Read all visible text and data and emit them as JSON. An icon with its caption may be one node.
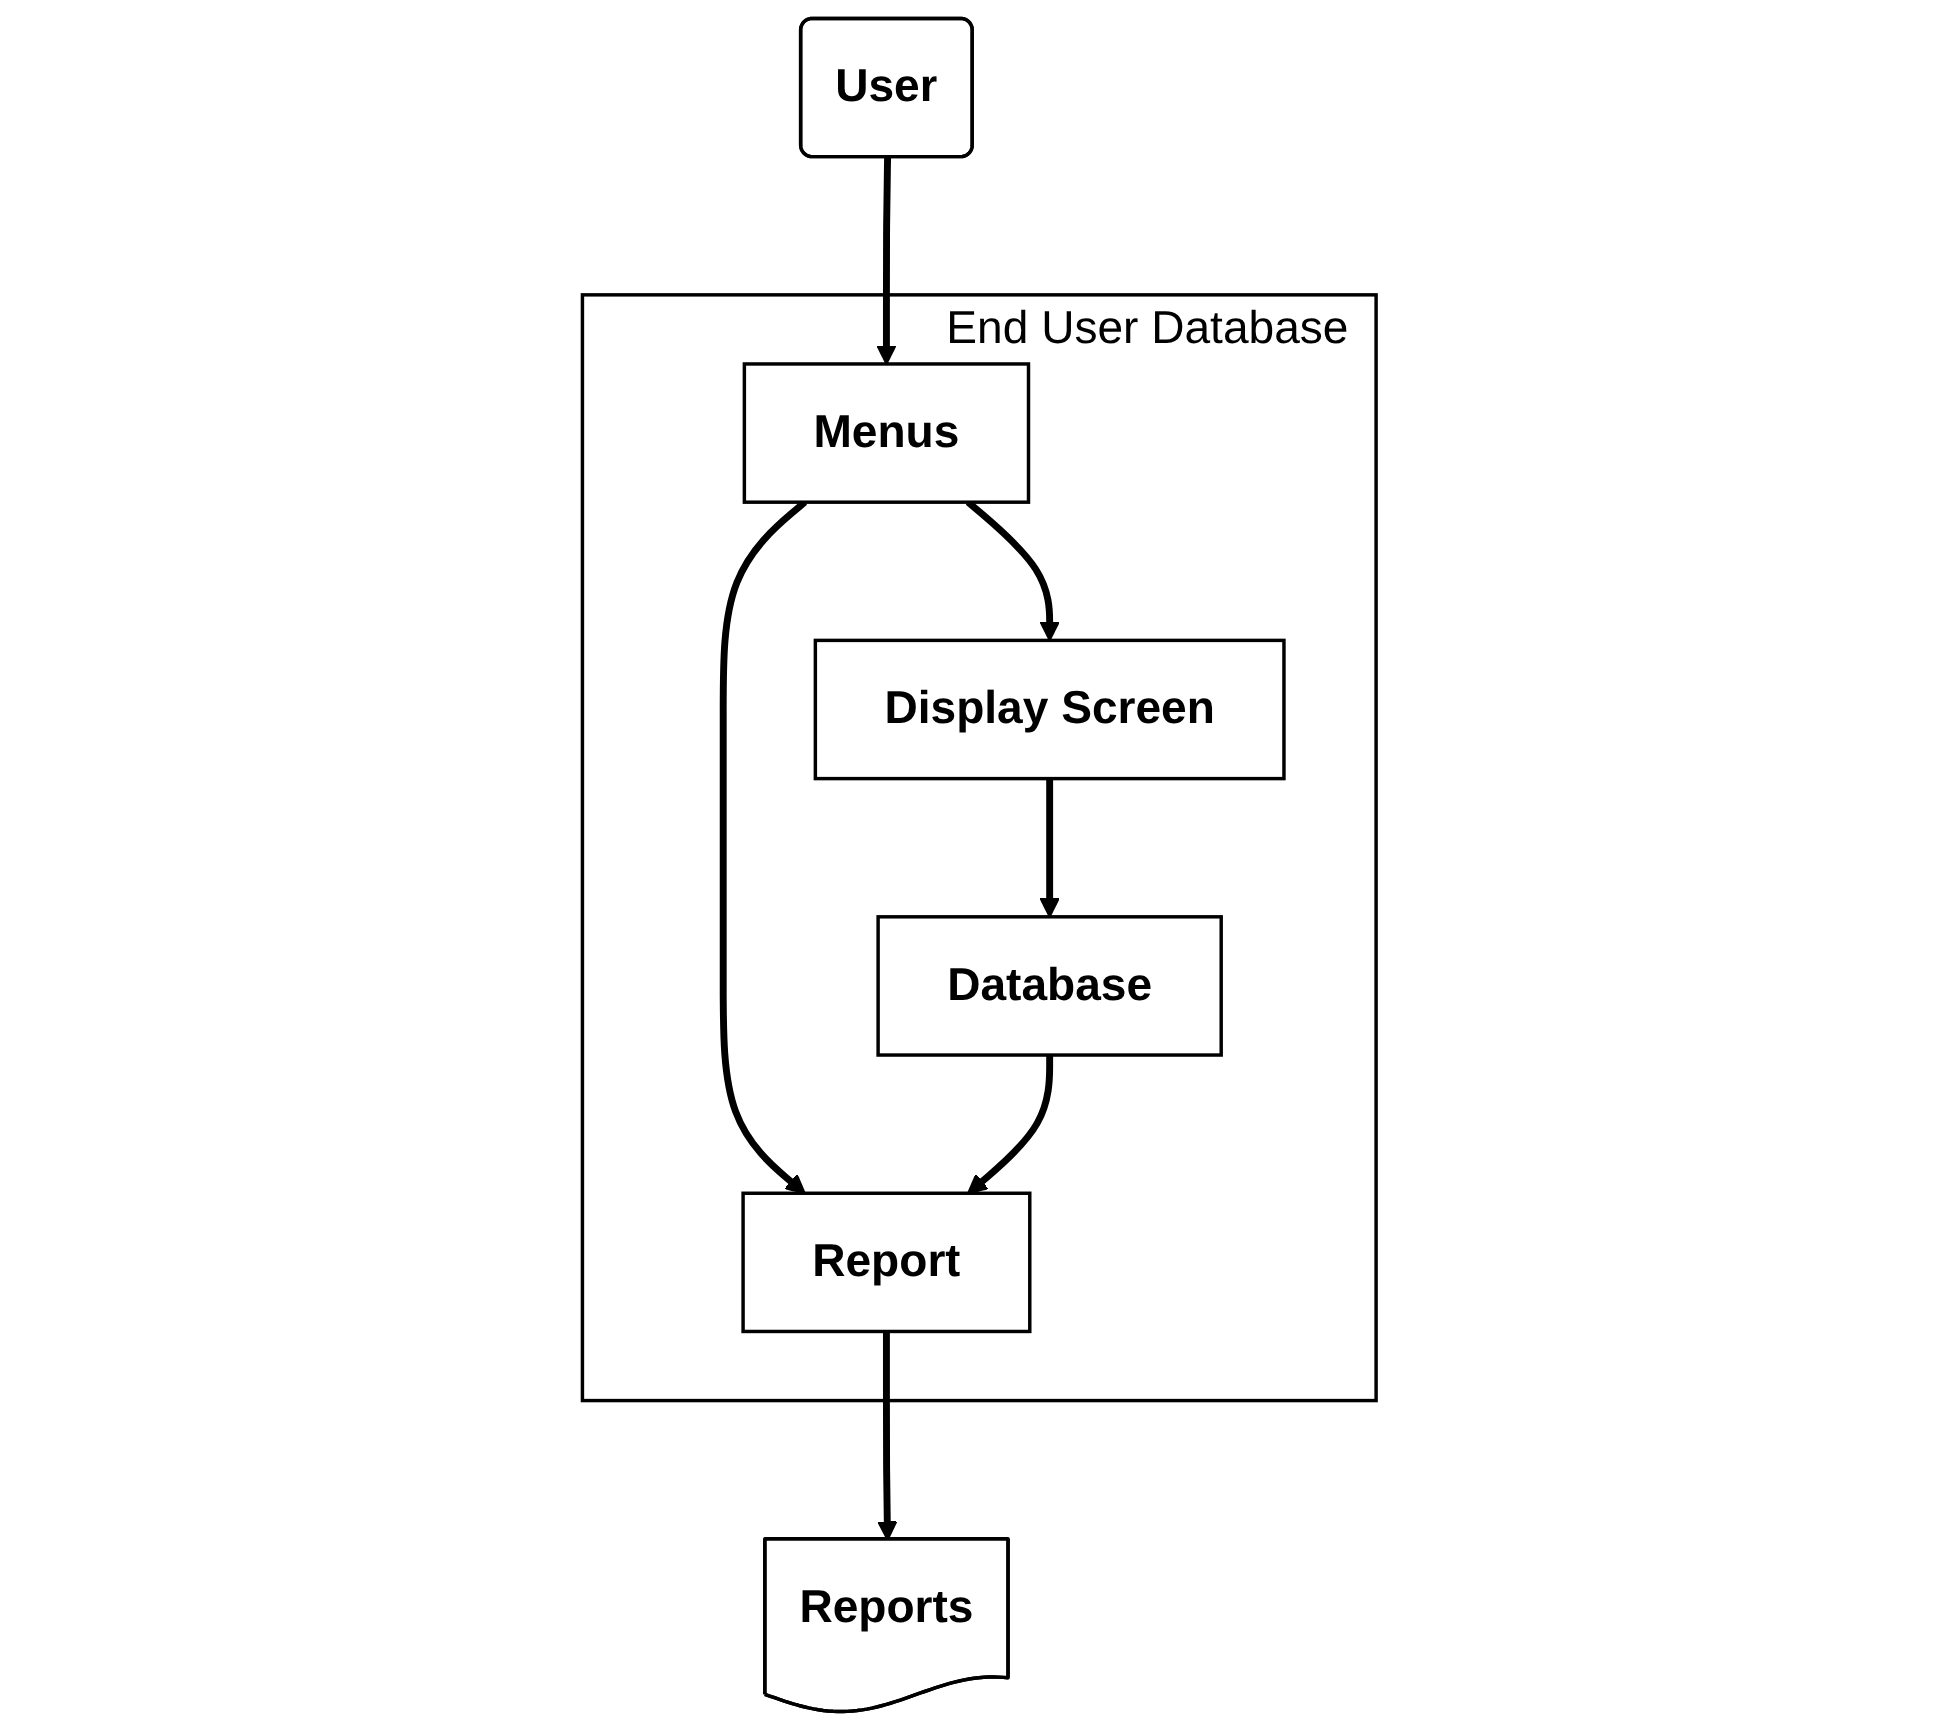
{
  "diagram": {
    "nodes": [
      {
        "text": [
          "User"
        ]
      },
      {
        "text": [
          "End User Database"
        ]
      },
      {
        "text": [
          "Menus"
        ],
        "in": 1
      },
      {
        "text": [
          "Display Screen"
        ],
        "in": 1
      },
      {
        "text": [
          "Report"
        ],
        "in": 1
      },
      {
        "text": [
          "Database"
        ],
        "in": 1
      },
      {
        "text": [
          "Reports"
        ]
      }
    ],
    "edges": [
      {
        "from": 0,
        "to": 2,
        "arrow": "to"
      },
      {
        "from": 2,
        "to": 3,
        "arrow": "to"
      },
      {
        "from": 2,
        "to": 4,
        "arrow": "to"
      },
      {
        "from": 4,
        "to": 6,
        "arrow": "to"
      },
      {
        "from": 3,
        "to": 5,
        "arrow": "to"
      },
      {
        "from": 5,
        "to": 4,
        "arrow": "to"
      }
    ]
  }
}
